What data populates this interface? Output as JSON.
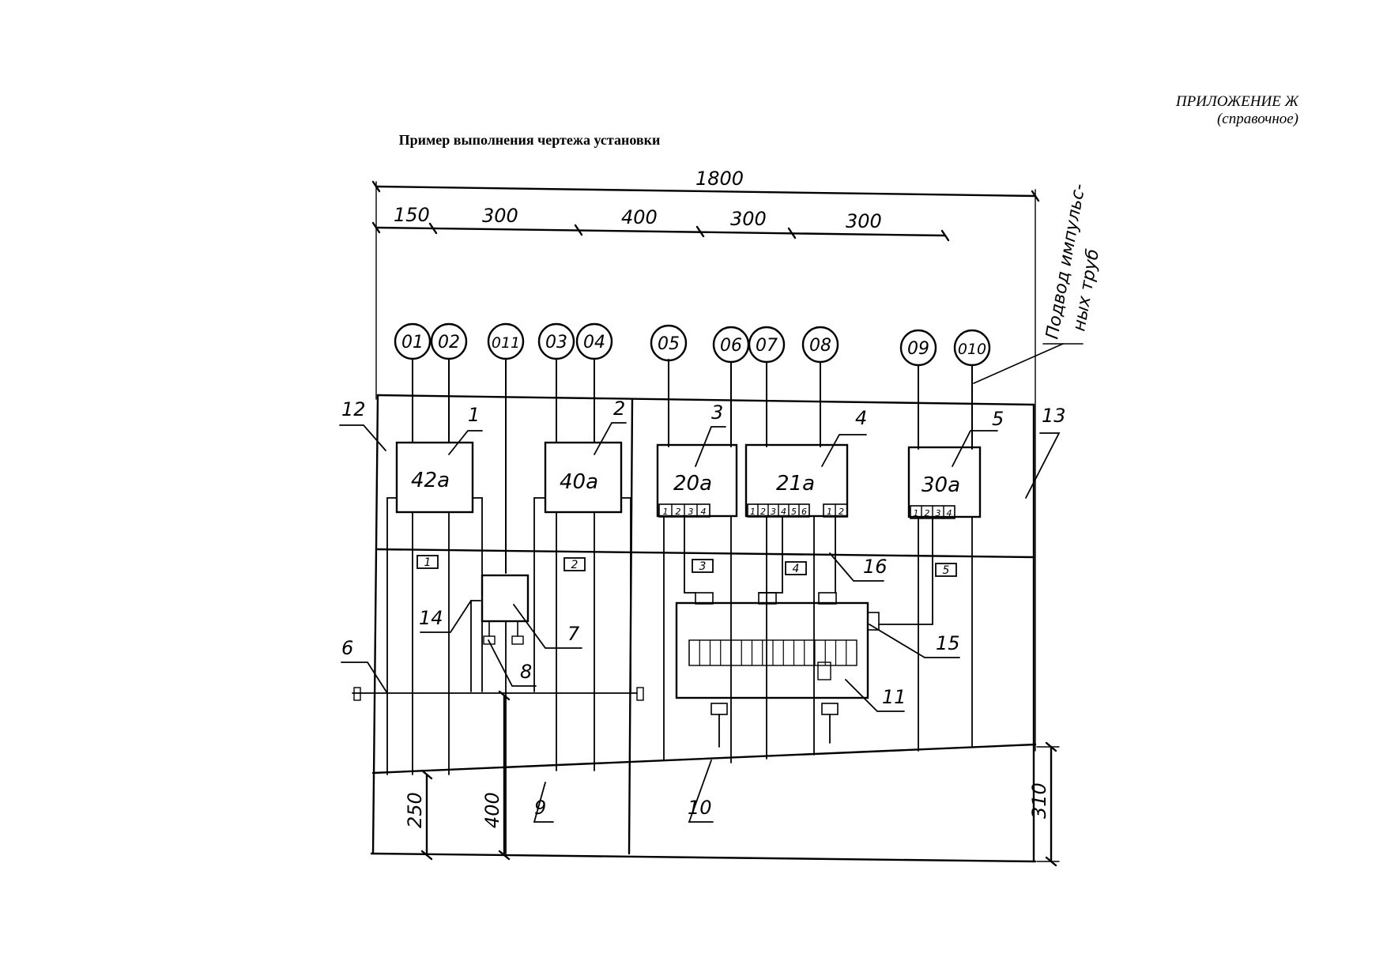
{
  "appendix": {
    "label": "ПРИЛОЖЕНИЕ Ж",
    "note": "(справочное)"
  },
  "title": "Пример выполнения чертежа установки",
  "dimensions": {
    "total_width": "1800",
    "segments": [
      "150",
      "300",
      "400",
      "300",
      "300"
    ],
    "heights": [
      "250",
      "400",
      "310"
    ]
  },
  "side_note": [
    "Подвод импульс-",
    "ных труб"
  ],
  "instruments": [
    "01",
    "02",
    "011",
    "03",
    "04",
    "05",
    "06",
    "07",
    "08",
    "09",
    "010"
  ],
  "devices": [
    "42a",
    "40a",
    "20a",
    "21a",
    "30a"
  ],
  "callouts": [
    "1",
    "2",
    "3",
    "4",
    "5",
    "6",
    "7",
    "8",
    "9",
    "10",
    "11",
    "12",
    "13",
    "14",
    "15",
    "16"
  ],
  "connector_labels": [
    "1",
    "2",
    "3",
    "4",
    "5"
  ],
  "terminal_numbers": [
    "1",
    "2",
    "3",
    "4",
    "5",
    "6"
  ]
}
